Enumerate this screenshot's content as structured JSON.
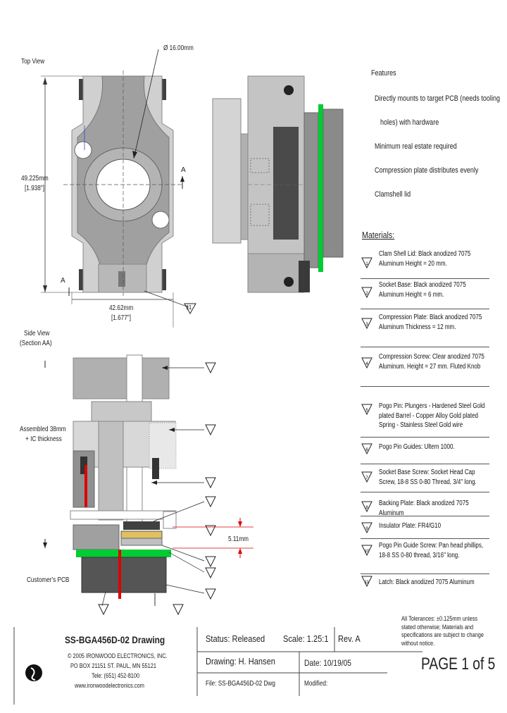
{
  "labels": {
    "top_view": "Top View",
    "diameter": "Ø 16.00mm",
    "height_mm": "49.225mm",
    "height_in": "[1.938\"]",
    "width_mm": "42.62mm",
    "width_in": "[1.677\"]",
    "section_a": "A",
    "side_view_1": "Side View",
    "side_view_2": "(Section AA)",
    "assembled_1": "Assembled 38mm",
    "assembled_2": "+ IC thickness",
    "gap": "5.11mm",
    "customer_pcb": "Customer's PCB"
  },
  "features": {
    "title": "Features",
    "items": [
      "Directly mounts to target PCB (needs tooling",
      "holes) with hardware",
      "Minimum real estate required",
      "Compression plate distributes evenly",
      "Clamshell lid"
    ]
  },
  "materials": {
    "title": "Materials:",
    "items": [
      {
        "num": "1",
        "text": "Clam Shell Lid: Black anodized 7075 Aluminum Height = 20 mm."
      },
      {
        "num": "2",
        "text": "Socket Base: Black anodized 7075 Aluminum Height = 6 mm."
      },
      {
        "num": "3",
        "text": "Compression Plate: Black anodized 7075 Aluminum Thickness = 12 mm."
      },
      {
        "num": "4",
        "text": "Compression Screw: Clear anodized 7075 Aluminum. Height = 27 mm. Fluted Knob"
      },
      {
        "num": "5",
        "text": "Pogo Pin: Plungers - Hardened Steel Gold plated Barrel - Copper Alloy Gold plated Spring - Stainless Steel Gold wire"
      },
      {
        "num": "6",
        "text": "Pogo Pin Guides: Ultem 1000."
      },
      {
        "num": "7",
        "text": "Socket Base Screw: Socket Head Cap Screw, 18-8 SS 0-80 Thread, 3/4\" long."
      },
      {
        "num": "8",
        "text": "Backing Plate: Black anodized 7075 Aluminum"
      },
      {
        "num": "9",
        "text": "Insulator Plate: FR4/G10"
      },
      {
        "num": "10",
        "text": "Pogo Pin Guide Screw: Pan head phillips, 18-8 SS 0-80 thread, 3/16\" long."
      },
      {
        "num": "11",
        "text": "Latch: Black anodized 7075 Aluminum"
      }
    ]
  },
  "tolerance_note": "All Tolerances: ±0.125mm unless stated otherwise; Materials and specifications are subject to change without notice.",
  "title_block": {
    "drawing_title": "SS-BGA456D-02 Drawing",
    "company_1": "© 2005 IRONWOOD ELECTRONICS, INC.",
    "company_2": "PO BOX 21151 ST. PAUL, MN 55121",
    "company_3": "Tele: (651) 452-8100",
    "company_4": "www.ironwoodelectronics.com",
    "status": "Status: Released",
    "scale": "Scale: 1.25:1",
    "rev": "Rev. A",
    "drawing_by": "Drawing: H. Hansen",
    "date": "Date: 10/19/05",
    "file": "File: SS-BGA456D-02 Dwg",
    "modified": "Modified:",
    "page": "PAGE 1 of 5"
  },
  "colors": {
    "accent_green": "#00cc33",
    "red_line": "#dd0000",
    "gray_light": "#c8c8c8",
    "gray_mid": "#a8a8a8",
    "gray_dark": "#505050"
  }
}
